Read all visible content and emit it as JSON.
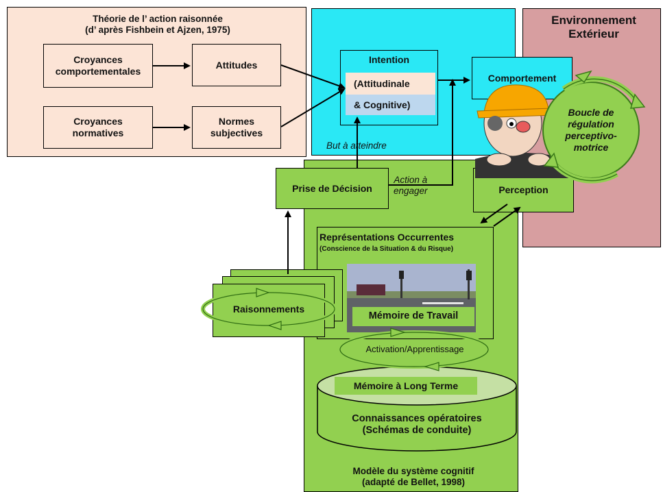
{
  "tra_title": "Théorie de l’ action raisonnée\n(d’ après Fishbein et Ajzen, 1975)",
  "croyances_comportementales": "Croyances\ncomportementales",
  "attitudes": "Attitudes",
  "croyances_normatives": "Croyances\nnormatives",
  "normes_subjectives": "Normes\nsubjectives",
  "intention_title": "Intention",
  "intention_attitudinale": "(Attitudinale",
  "intention_cognitive": "& Cognitive)",
  "but_a_atteindre": "But à atteindre",
  "comportement": "Comportement",
  "environnement": "Environnement\nExtérieur",
  "boucle": "Boucle de\nrégulation\nperceptivo-\nmotrice",
  "prise_de_decision": "Prise de Décision",
  "action_a_engager": "Action à\nengager",
  "perception": "Perception",
  "representations_title": "Représentations Occurrentes",
  "representations_sub": "(Conscience de la Situation & du Risque)",
  "memoire_de_travail": "Mémoire de Travail",
  "raisonnements": "Raisonnements",
  "activation": "Activation/Apprentissage",
  "memoire_long_terme": "Mémoire à Long Terme",
  "connaissances": "Connaissances opératoires\n(Schémas de conduite)",
  "modele": "Modèle du système cognitif\n(adapté de Bellet, 1998)",
  "colors": {
    "green": "#92d050",
    "cyan": "#2ae8f5",
    "beige": "#fce4d6",
    "pink": "#d79ea0",
    "peach": "#fbe5d6",
    "lightblue": "#bdd7ee"
  }
}
